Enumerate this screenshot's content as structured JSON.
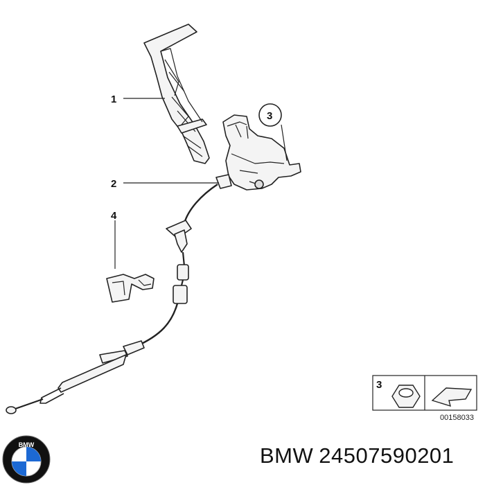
{
  "callouts": {
    "c1": "1",
    "c2": "2",
    "c3": "3",
    "c4": "4",
    "legend_number": "3"
  },
  "reference_code": "00158033",
  "footer": {
    "brand": "BMW",
    "part_number": "24507590201"
  },
  "logo": {
    "name": "bmw-roundel-logo",
    "text": "BMW",
    "colors": {
      "ring": "#111111",
      "blue": "#1c69d4",
      "white": "#ffffff"
    }
  },
  "colors": {
    "line": "#222222",
    "fill": "#f4f4f4"
  }
}
